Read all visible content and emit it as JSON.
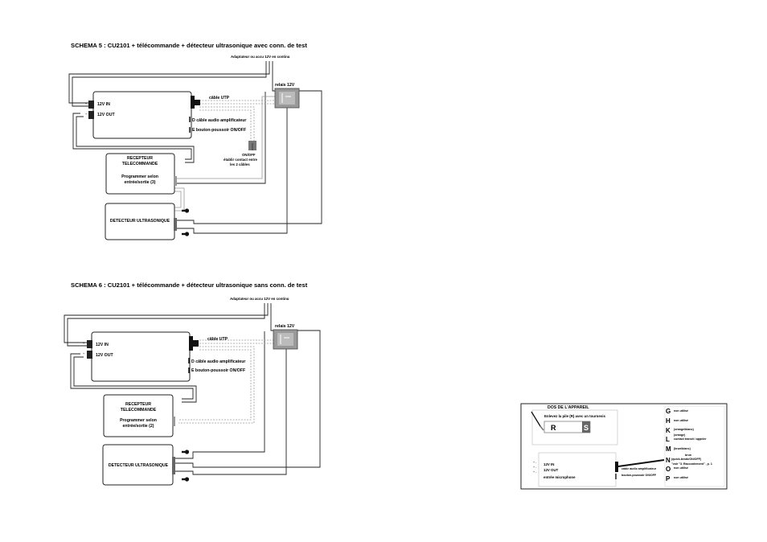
{
  "schema5": {
    "title": "SCHEMA 5 : CU2101 + télécommande + détecteur ultrasonique avec conn. de test",
    "adapter": "Adaptateur ou accu 12V en continu",
    "relay": "relais 12V",
    "in_12v": "12V IN",
    "out_12v": "12V OUT",
    "utp": "câble UTP",
    "audio": "D câble audio amplificateur",
    "button": "E bouton-poussoir ON/OFF",
    "receiver_line1": "RECEPTEUR",
    "receiver_line2": "TELECOMMANDE",
    "program_line1": "Programmer selon",
    "program_line2": "entrée/sortie (3)",
    "onoff_line1": "ON/OFF",
    "onoff_line2": "établir contact entre",
    "onoff_line3": "les 2 câbles",
    "detector": "DETECTEUR ULTRASONIQUE"
  },
  "schema6": {
    "title": "SCHEMA 6 : CU2101 + télécommande + détecteur ultrasonique sans conn. de test",
    "adapter": "Adaptateur ou accu 12V en continu",
    "relay": "relais 12V",
    "in_12v": "12V IN",
    "out_12v": "12V OUT",
    "utp": "câble UTP",
    "audio": "D câble audio amplificateur",
    "button": "E bouton-poussoir ON/OFF",
    "receiver_line1": "RECEPTEUR",
    "receiver_line2": "TELECOMMANDE",
    "program_line1": "Programmer selon",
    "program_line2": "entrée/sortie (2)",
    "detector": "DETECTEUR ULTRASONIQUE"
  },
  "device_back": {
    "title": "DOS DE L'APPAREIL",
    "note": "Enlevez la pile (R) avec un tournevis",
    "r": "R",
    "s": "S",
    "in_12v": "12V IN",
    "out_12v": "12V OUT",
    "mic": "entrée microphone",
    "audio": "câble audio amplificateur",
    "button": "bouton-poussoir ON/OFF",
    "legend": [
      {
        "letter": "G",
        "text": "non utilisé"
      },
      {
        "letter": "H",
        "text": "non utilisé"
      },
      {
        "letter": "K",
        "text": "(orange/blanc)"
      },
      {
        "letter": "L",
        "text": "(orange)",
        "text2": "contact transit / appeler"
      },
      {
        "letter": "M",
        "text": "(brun/blanc)"
      },
      {
        "letter": "N",
        "text": "brun",
        "text2": "(quick-break/ON/OFF)",
        "text3": "\"voir \"3. Raccordement\" , p. 1"
      },
      {
        "letter": "O",
        "text": "non utilisé"
      },
      {
        "letter": "P",
        "text": "non utilisé"
      }
    ]
  }
}
